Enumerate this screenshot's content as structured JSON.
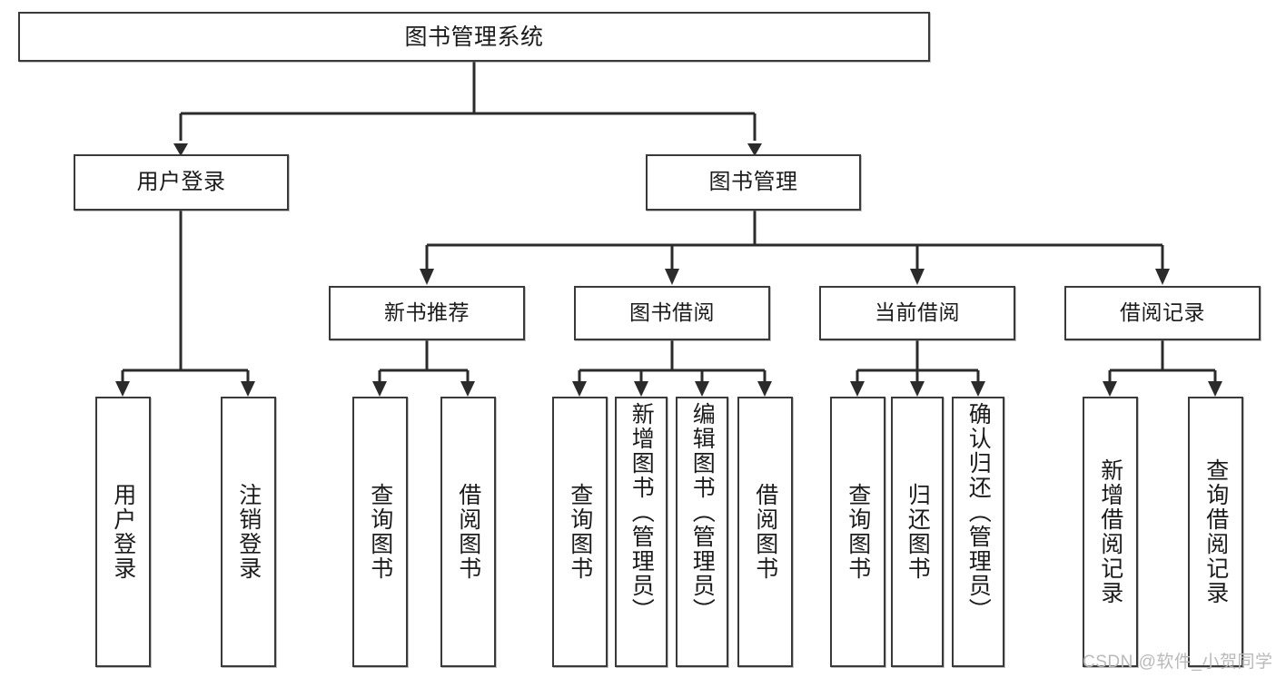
{
  "diagram": {
    "title": "图书管理系统",
    "type": "tree-hierarchy-diagram",
    "watermark": "CSDN @软件_小贺同学",
    "colors": {
      "background": "#ffffff",
      "box_border": "#3a3a3a",
      "box_fill": "#ffffff",
      "connector": "#2b2b2b",
      "text": "#1b1b1b",
      "watermark": "#b9b9b9"
    },
    "root": {
      "label": "图书管理系统"
    },
    "level2": [
      {
        "label": "用户登录"
      },
      {
        "label": "图书管理"
      }
    ],
    "level3": [
      {
        "label": "新书推荐"
      },
      {
        "label": "图书借阅"
      },
      {
        "label": "当前借阅"
      },
      {
        "label": "借阅记录"
      }
    ],
    "leaves": {
      "user_login": [
        {
          "label": "用户登录"
        },
        {
          "label": "注销登录"
        }
      ],
      "new_book_recommend": [
        {
          "label": "查询图书"
        },
        {
          "label": "借阅图书"
        }
      ],
      "book_borrow": [
        {
          "label": "查询图书"
        },
        {
          "label": "新增图书（管理员）"
        },
        {
          "label": "编辑图书（管理员）"
        },
        {
          "label": "借阅图书"
        }
      ],
      "current_borrow": [
        {
          "label": "查询图书"
        },
        {
          "label": "归还图书"
        },
        {
          "label": "确认归还（管理员）"
        }
      ],
      "borrow_record": [
        {
          "label": "新增借阅记录"
        },
        {
          "label": "查询借阅记录"
        }
      ]
    }
  }
}
